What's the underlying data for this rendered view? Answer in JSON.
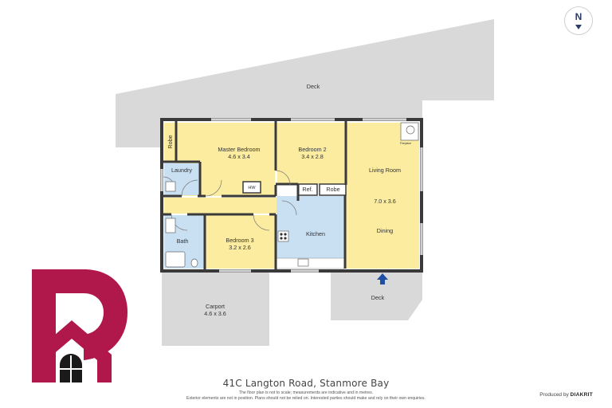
{
  "compass": {
    "letter": "N",
    "icon": "north-arrow-icon"
  },
  "rooms": {
    "deck_top": "Deck",
    "deck_bottom": "Deck",
    "robe_left": "Robe",
    "master_bedroom": {
      "name": "Master Bedroom",
      "size": "4.6 x 3.4"
    },
    "bedroom_2": {
      "name": "Bedroom 2",
      "size": "3.4 x 2.8"
    },
    "living_room": "Living Room",
    "living_size": "7.0 x 3.6",
    "dining": "Dining",
    "laundry": "Laundry",
    "hw": "HW",
    "ref": "Ref.",
    "robe_right": "Robe",
    "kitchen": "Kitchen",
    "bath": "Bath",
    "bedroom_3": {
      "name": "Bedroom 3",
      "size": "3.2 x 2.6"
    },
    "carport": {
      "name": "Carport",
      "size": "4.6 x 3.6"
    },
    "fireplace": "Fireplace"
  },
  "address": "41C Langton Road, Stanmore Bay",
  "disclaimer": [
    "The floor plan is not to scale; measurements are indicative and in metres.",
    "Exterior elements are not in position. Plans should not be relied on. Interested parties should make and rely on their own enquiries."
  ],
  "credit": {
    "prefix": "Produced by",
    "brand": "DIAKRIT"
  },
  "colors": {
    "deck": "#d9d9d9",
    "room": "#fbeca0",
    "wet": "#c9dff2",
    "wall": "#3a3a3a",
    "brand": "#b0174a"
  }
}
